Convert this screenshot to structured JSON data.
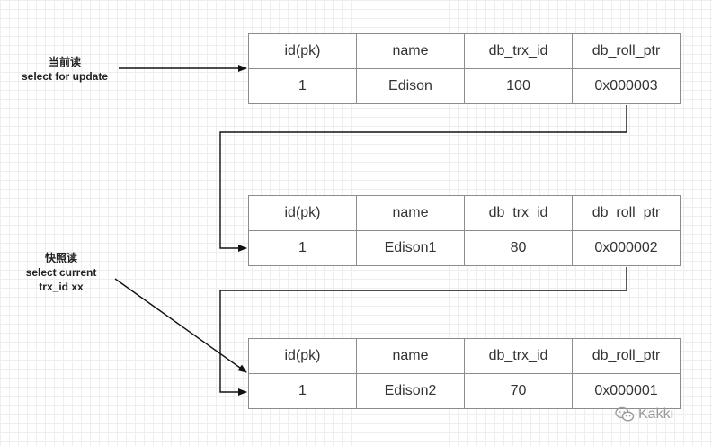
{
  "labels": {
    "current_read": [
      "当前读",
      "select for update"
    ],
    "snapshot_read": [
      "快照读",
      "select current",
      "trx_id xx"
    ]
  },
  "columns": [
    "id(pk)",
    "name",
    "db_trx_id",
    "db_roll_ptr"
  ],
  "rows": [
    [
      "1",
      "Edison",
      "100",
      "0x000003"
    ],
    [
      "1",
      "Edison1",
      "80",
      "0x000002"
    ],
    [
      "1",
      "Edison2",
      "70",
      "0x000001"
    ]
  ],
  "watermark": {
    "text": "Kakki",
    "icon": "wechat-icon"
  }
}
